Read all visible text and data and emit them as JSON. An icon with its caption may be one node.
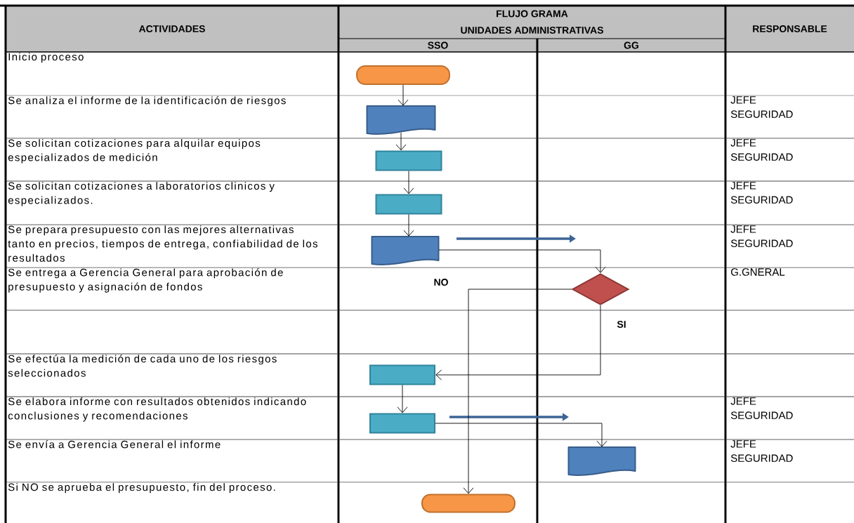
{
  "diagram": {
    "nodes": [
      {
        "text": [],
        "shape": "terminal"
      },
      {
        "text": [],
        "shape": "document"
      },
      {
        "text": [],
        "shape": "box"
      },
      {
        "text": [],
        "shape": "box"
      },
      {
        "text": [],
        "shape": "document"
      },
      {
        "text": [],
        "shape": "diamond"
      },
      {
        "text": [],
        "shape": "box"
      },
      {
        "text": [],
        "shape": "box"
      },
      {
        "text": [],
        "shape": "document"
      },
      {
        "text": [],
        "shape": "terminal"
      }
    ],
    "edges": [
      {
        "from": 0,
        "to": 1,
        "arrow": "to"
      },
      {
        "from": 1,
        "to": 2,
        "arrow": "to"
      },
      {
        "from": 2,
        "to": 3,
        "arrow": "to"
      },
      {
        "from": 3,
        "to": 4,
        "arrow": "to"
      },
      {
        "from": 4,
        "to": 5,
        "arrow": "to"
      },
      {
        "from": 5,
        "to": 6,
        "arrow": "to",
        "label": "SI"
      },
      {
        "from": 5,
        "to": 9,
        "arrow": "to",
        "label": "NO"
      },
      {
        "from": 6,
        "to": 7,
        "arrow": "to"
      },
      {
        "from": 7,
        "to": 8,
        "arrow": "to"
      }
    ],
    "labels": [
      "ACTIVIDADES",
      "FLUJO GRAMA",
      "UNIDADES ADMINISTRATIVAS",
      "RESPONSABLE",
      "SSO",
      "GG",
      "Inicio proceso",
      "Se analiza el informe de la identificación de riesgos",
      "JEFE SEGURIDAD",
      "Se solicitan cotizaciones para alquilar equipos especializados de medición",
      "JEFE SEGURIDAD",
      "Se solicitan cotizaciones a laboratorios clinicos y especializados.",
      "JEFE SEGURIDAD",
      "Se prepara presupuesto con las mejores alternativas tanto en precios, tiempos de entrega, confiabilidad de los resultados",
      "JEFE SEGURIDAD",
      "Se entrega a Gerencia General para aprobación de presupuesto y asignación de fondos",
      "G.GNERAL",
      "Se efectúa la medición de cada uno de los riesgos seleccionados",
      "Se elabora informe con resultados obtenidos indicando conclusiones y recomendaciones",
      "JEFE SEGURIDAD",
      "Se envía a Gerencia General el informe",
      "JEFE SEGURIDAD",
      "Si NO se aprueba el presupuesto, fin del proceso."
    ]
  }
}
